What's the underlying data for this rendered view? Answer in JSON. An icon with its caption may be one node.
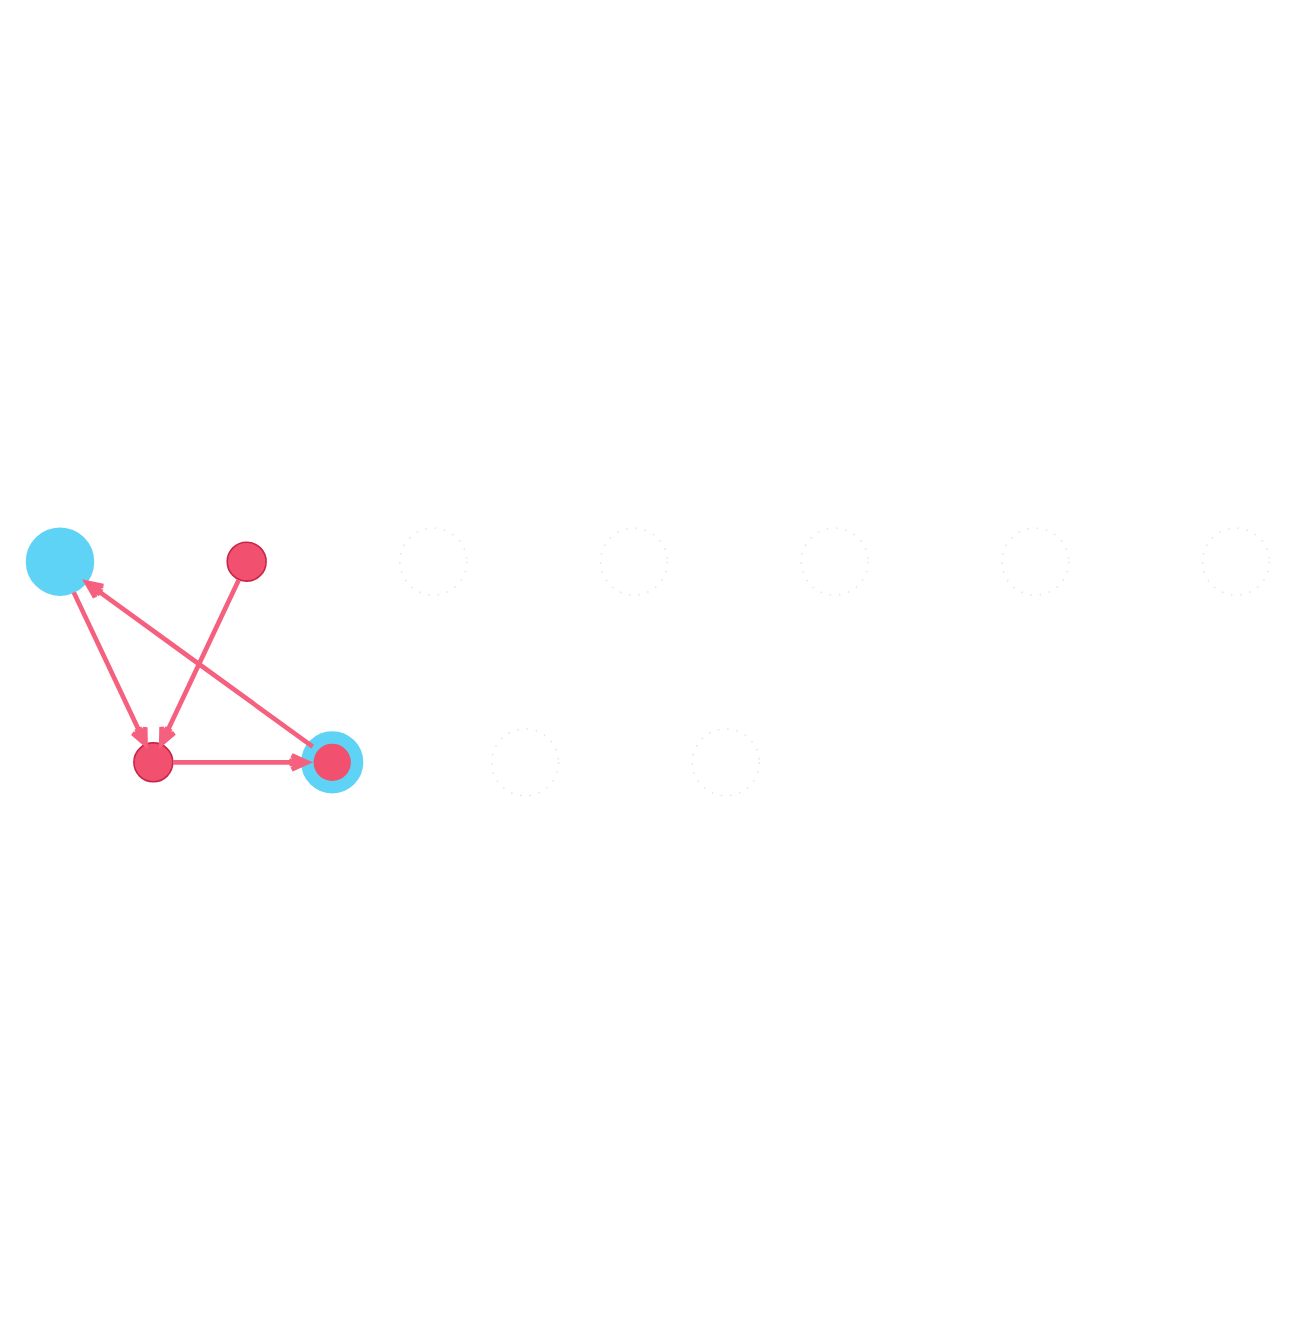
{
  "diagram": {
    "nodes": [
      {
        "text": [],
        "shape": "circle"
      },
      {
        "text": [],
        "shape": "circle"
      },
      {
        "text": [],
        "shape": "circle"
      },
      {
        "text": [],
        "shape": "circle"
      },
      {
        "text": [],
        "shape": "circle"
      },
      {
        "text": [],
        "shape": "circle"
      },
      {
        "text": [],
        "shape": "circle"
      },
      {
        "text": [],
        "shape": "circle"
      },
      {
        "text": [],
        "shape": "circle"
      },
      {
        "text": [],
        "shape": "circle"
      },
      {
        "text": [],
        "shape": "circle"
      }
    ],
    "edges": [
      {
        "from": 3,
        "to": 7,
        "arrow": "to"
      },
      {
        "from": 7,
        "to": 10,
        "arrow": "to"
      },
      {
        "from": 10,
        "to": 0,
        "arrow": "to"
      },
      {
        "from": 0,
        "to": 7,
        "arrow": "to"
      }
    ]
  }
}
